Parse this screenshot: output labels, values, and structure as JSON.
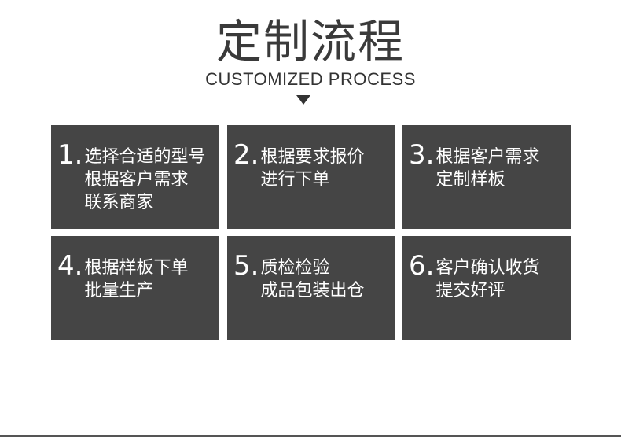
{
  "header": {
    "title": "定制流程",
    "subtitle": "CUSTOMIZED PROCESS"
  },
  "steps": [
    {
      "num": "1.",
      "lines": [
        "选择合适的型号",
        "根据客户需求",
        "联系商家"
      ]
    },
    {
      "num": "2.",
      "lines": [
        "根据要求报价",
        "进行下单"
      ]
    },
    {
      "num": "3.",
      "lines": [
        "根据客户需求",
        "定制样板"
      ]
    },
    {
      "num": "4.",
      "lines": [
        "根据样板下单",
        "批量生产"
      ]
    },
    {
      "num": "5.",
      "lines": [
        "质检检验",
        "成品包装出仓"
      ]
    },
    {
      "num": "6.",
      "lines": [
        "客户确认收货",
        "提交好评"
      ]
    }
  ]
}
